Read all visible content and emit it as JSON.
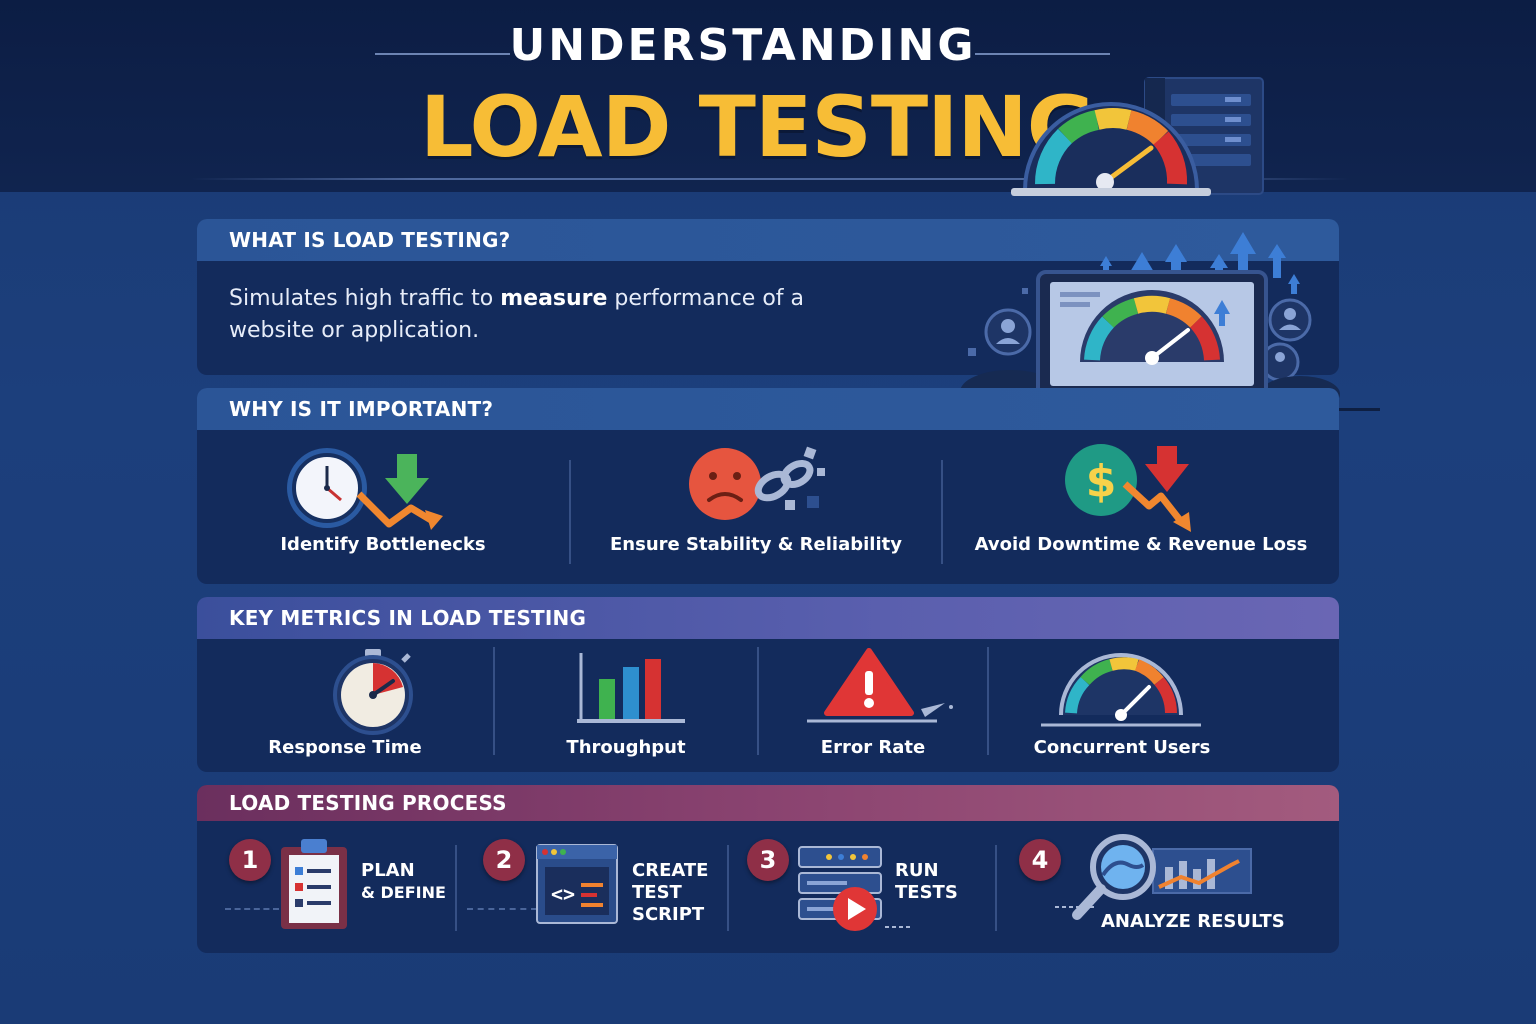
{
  "header": {
    "title_top": "UNDERSTANDING",
    "title_main": "LOAD TESTING"
  },
  "colors": {
    "accent_yellow": "#f7bd36",
    "step_red": "#8f2f47",
    "panel_bg": "#132b5c"
  },
  "what": {
    "heading": "WHAT IS LOAD TESTING?",
    "text_before": "Simulates high traffic to ",
    "text_bold": "measure",
    "text_after": " performance of a website or application."
  },
  "why": {
    "heading": "WHY IS IT IMPORTANT?",
    "items": [
      {
        "label": "Identify Bottlenecks",
        "icon": "clock-down-arrow-icon"
      },
      {
        "label": "Ensure Stability & Reliability",
        "icon": "sad-face-broken-chain-icon"
      },
      {
        "label": "Avoid Downtime & Revenue Loss",
        "icon": "dollar-down-arrow-icon"
      }
    ]
  },
  "metrics": {
    "heading": "KEY METRICS IN LOAD TESTING",
    "items": [
      {
        "label": "Response Time",
        "icon": "stopwatch-icon"
      },
      {
        "label": "Throughput",
        "icon": "bar-chart-icon"
      },
      {
        "label": "Error Rate",
        "icon": "warning-triangle-icon"
      },
      {
        "label": "Concurrent Users",
        "icon": "gauge-icon"
      }
    ]
  },
  "process": {
    "heading": "LOAD TESTING PROCESS",
    "steps": [
      {
        "num": "1",
        "line1": "PLAN",
        "line2": "& DEFINE",
        "line3": "",
        "icon": "clipboard-icon"
      },
      {
        "num": "2",
        "line1": "CREATE",
        "line2": "TEST",
        "line3": "SCRIPT",
        "icon": "code-window-icon"
      },
      {
        "num": "3",
        "line1": "RUN",
        "line2": "TESTS",
        "line3": "",
        "icon": "server-play-icon"
      },
      {
        "num": "4",
        "line1": "ANALYZE RESULTS",
        "line2": "",
        "line3": "",
        "icon": "magnifier-chart-icon"
      }
    ]
  }
}
